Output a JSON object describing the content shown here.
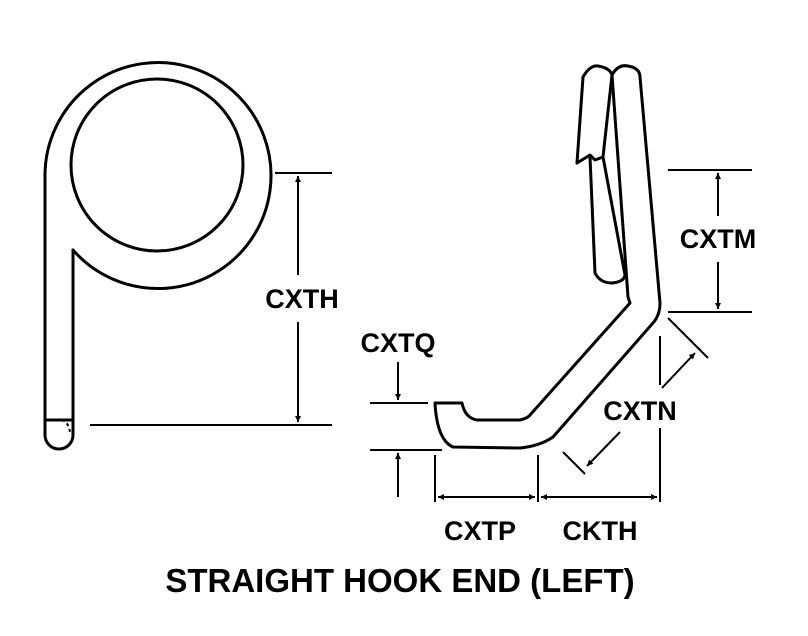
{
  "title": "STRAIGHT HOOK END (LEFT)",
  "labels": {
    "cxth": "CXTH",
    "cxtq": "CXTQ",
    "cxtm": "CXTM",
    "cxtn": "CXTN",
    "cxtp": "CXTP",
    "ckth": "CKTH"
  }
}
